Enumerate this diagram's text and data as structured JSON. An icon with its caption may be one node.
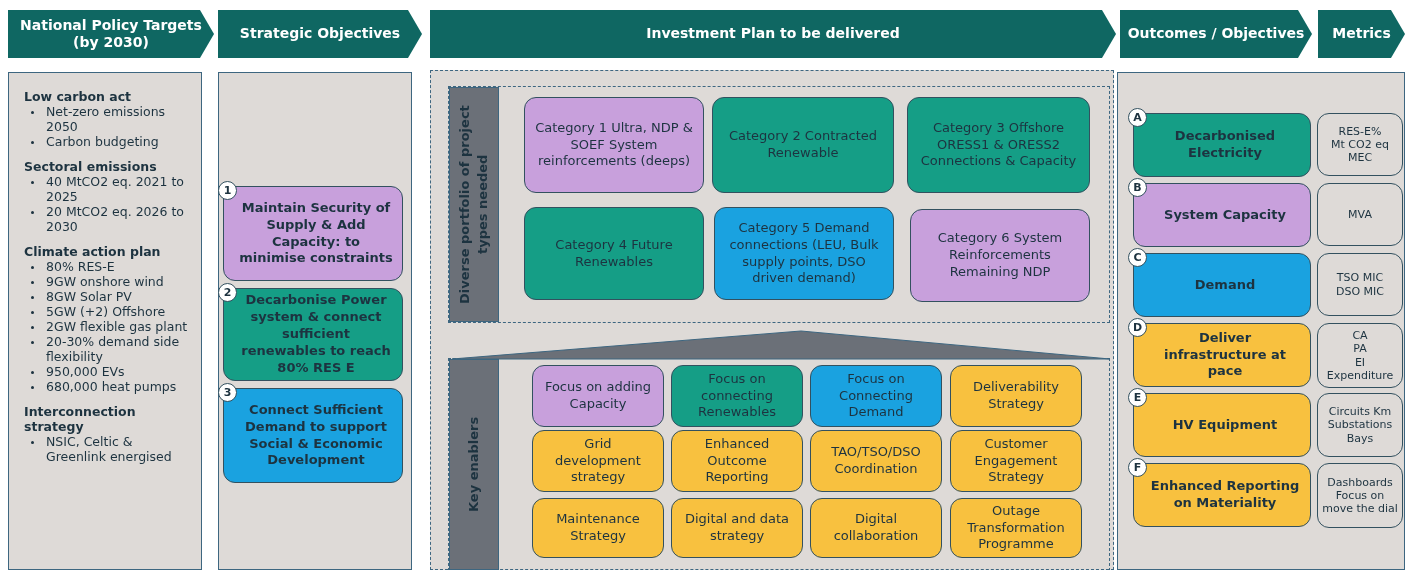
{
  "diagram": {
    "nodes": [
      {
        "text": [
          "National Policy Targets (by 2030)"
        ]
      },
      {
        "text": [
          "Strategic Objectives"
        ]
      },
      {
        "text": [
          "Investment Plan to be delivered"
        ]
      },
      {
        "text": [
          "Outcomes / Objectives"
        ]
      },
      {
        "text": [
          "Metrics"
        ]
      },
      {
        "text": [
          "Low carbon act",
          "Net-zero emissions 2050",
          "Carbon budgeting",
          "Sectoral emissions",
          "40 MtCO2 eq. 2021 to 2025",
          "20 MtCO2 eq. 2026 to 2030",
          "Climate action plan",
          "80% RES-E",
          "9GW onshore wind",
          "8GW Solar PV",
          "5GW (+2) Offshore",
          "2GW flexible gas plant",
          "20-30% demand side flexibility",
          "950,000 EVs",
          "680,000 heat pumps",
          "Interconnection strategy",
          "NSIC, Celtic & Greenlink energised"
        ]
      },
      {
        "text": [],
        "shape": "box"
      },
      {
        "text": [
          "1",
          "Maintain Security of Supply & Add Capacity: to minimise constraints"
        ],
        "in": 6
      },
      {
        "text": [
          "2",
          "Decarbonise Power system & connect sufficient renewables to reach 80% RES E"
        ],
        "in": 6
      },
      {
        "text": [
          "3",
          "Connect Sufficient Demand to support Social & Economic Development"
        ],
        "in": 6
      },
      {
        "text": [],
        "shape": "box"
      },
      {
        "text": [
          "Diverse portfolio of project types needed"
        ],
        "in": 10
      },
      {
        "text": [
          "Category 1 Ultra, NDP & SOEF System reinforcements (deeps)"
        ],
        "in": 11
      },
      {
        "text": [
          "Category 2 Contracted Renewable"
        ],
        "in": 11
      },
      {
        "text": [
          "Category 3 Offshore ORESS1 & ORESS2 Connections & Capacity"
        ],
        "in": 11
      },
      {
        "text": [
          "Category 4 Future Renewables"
        ],
        "in": 11
      },
      {
        "text": [
          "Category 5 Demand connections (LEU, Bulk supply points, DSO driven demand)"
        ],
        "in": 11
      },
      {
        "text": [
          "Category 6 System Reinforcements Remaining NDP"
        ],
        "in": 11
      },
      {
        "text": [
          "Key enablers"
        ],
        "in": 10
      },
      {
        "text": [
          "Focus on adding Capacity"
        ],
        "in": 18
      },
      {
        "text": [
          "Focus on connecting Renewables"
        ],
        "in": 18
      },
      {
        "text": [
          "Focus on Connecting Demand"
        ],
        "in": 18
      },
      {
        "text": [
          "Deliverability Strategy"
        ],
        "in": 18
      },
      {
        "text": [
          "Grid development strategy"
        ],
        "in": 18
      },
      {
        "text": [
          "Enhanced Outcome Reporting"
        ],
        "in": 18
      },
      {
        "text": [
          "TAO/TSO/DSO Coordination"
        ],
        "in": 18
      },
      {
        "text": [
          "Customer Engagement Strategy"
        ],
        "in": 18
      },
      {
        "text": [
          "Maintenance Strategy"
        ],
        "in": 18
      },
      {
        "text": [
          "Digital and data strategy"
        ],
        "in": 18
      },
      {
        "text": [
          "Digital collaboration"
        ],
        "in": 18
      },
      {
        "text": [
          "Outage Transformation Programme"
        ],
        "in": 18
      },
      {
        "text": [],
        "shape": "box"
      },
      {
        "text": [
          "A",
          "Decarbonised Electricity"
        ],
        "in": 31
      },
      {
        "text": [
          "B",
          "System Capacity"
        ],
        "in": 31
      },
      {
        "text": [
          "C",
          "Demand"
        ],
        "in": 31
      },
      {
        "text": [
          "D",
          "Deliver infrastructure at pace"
        ],
        "in": 31
      },
      {
        "text": [
          "E",
          "HV Equipment"
        ],
        "in": 31
      },
      {
        "text": [
          "F",
          "Enhanced Reporting on Materiality"
        ],
        "in": 31
      },
      {
        "text": [
          "RES-E%",
          "Mt CO2 eq",
          "MEC"
        ],
        "in": 31
      },
      {
        "text": [
          "MVA"
        ],
        "in": 31
      },
      {
        "text": [
          "TSO MIC",
          "DSO MIC"
        ],
        "in": 31
      },
      {
        "text": [
          "CA",
          "PA",
          "EI",
          "Expenditure"
        ],
        "in": 31
      },
      {
        "text": [
          "Circuits Km",
          "Substations",
          "Bays"
        ],
        "in": 31
      },
      {
        "text": [
          "Dashboards",
          "Focus on move the dial"
        ],
        "in": 31
      },
      {
        "text": [],
        "shape": "triangle",
        "in": 10
      }
    ]
  }
}
